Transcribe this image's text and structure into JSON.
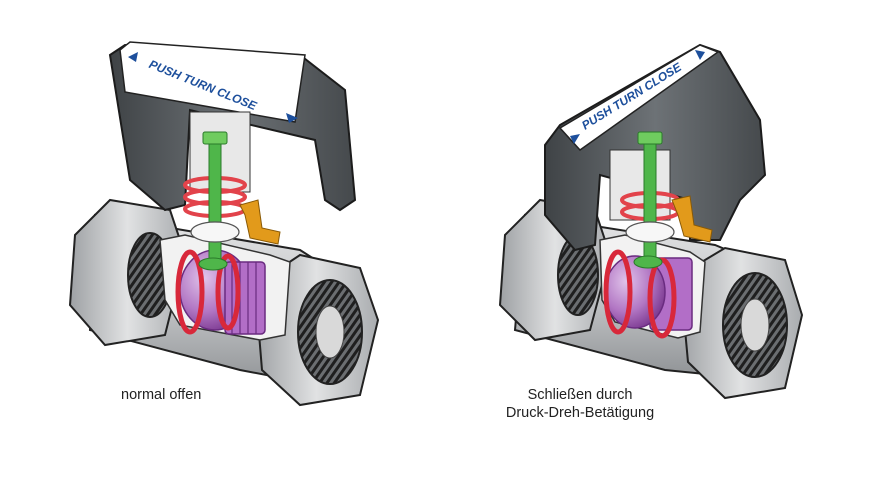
{
  "valves": [
    {
      "id": "open",
      "handle_label": "PUSH TURN CLOSE",
      "caption_lines": [
        "normal offen"
      ]
    },
    {
      "id": "closed",
      "handle_label": "PUSH TURN CLOSE",
      "caption_lines": [
        "Schließen durch",
        "Druck-Dreh-Betätigung"
      ]
    }
  ],
  "colors": {
    "handle_body": "#555a5e",
    "handle_face": "#7b8084",
    "label_plate": "#ffffff",
    "label_text": "#1d4f9c",
    "valve_body": "#c8cacc",
    "cutaway_interior": "#f2f2f2",
    "thread_dark": "#2d2d2d",
    "spring_red": "#e2434b",
    "seal_red": "#d8283a",
    "ball_purple": "#a560b8",
    "stem_green": "#4fb64a",
    "pin_orange": "#e29a1b"
  },
  "icons": [
    "arrow-left-icon",
    "arrow-right-icon"
  ]
}
